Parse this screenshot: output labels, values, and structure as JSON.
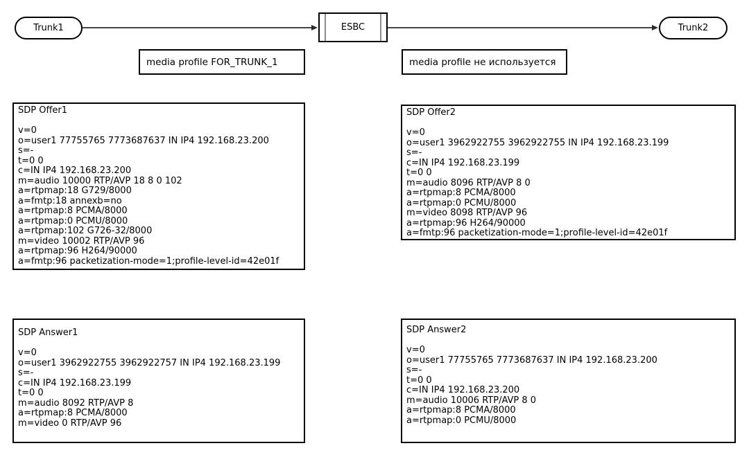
{
  "diagram": {
    "nodes": {
      "trunk1": "Trunk1",
      "esbc": "ESBC",
      "trunk2": "Trunk2"
    },
    "labels": {
      "left_profile": "media profile FOR_TRUNK_1",
      "right_profile": "media profile не используется"
    }
  },
  "sdp": {
    "offer1": {
      "title": "SDP Offer1",
      "body": "v=0\no=user1 77755765 7773687637 IN IP4 192.168.23.200\ns=-\nt=0 0\nc=IN IP4 192.168.23.200\nm=audio 10000 RTP/AVP 18 8 0 102\na=rtpmap:18 G729/8000\na=fmtp:18 annexb=no\na=rtpmap:8 PCMA/8000\na=rtpmap:0 PCMU/8000\na=rtpmap:102 G726-32/8000\nm=video 10002 RTP/AVP 96\na=rtpmap:96 H264/90000\na=fmtp:96 packetization-mode=1;profile-level-id=42e01f"
    },
    "offer2": {
      "title": "SDP Offer2",
      "body": "v=0\no=user1 3962922755 3962922755 IN IP4 192.168.23.199\ns=-\nc=IN IP4 192.168.23.199\nt=0 0\nm=audio 8096 RTP/AVP 8 0\na=rtpmap:8 PCMA/8000\na=rtpmap:0 PCMU/8000\nm=video 8098 RTP/AVP 96\na=rtpmap:96 H264/90000\na=fmtp:96 packetization-mode=1;profile-level-id=42e01f"
    },
    "answer1": {
      "title": "SDP Answer1",
      "body": "v=0\no=user1 3962922755 3962922757 IN IP4 192.168.23.199\ns=-\nc=IN IP4 192.168.23.199\nt=0 0\nm=audio 8092 RTP/AVP 8\na=rtpmap:8 PCMA/8000\nm=video 0 RTP/AVP 96"
    },
    "answer2": {
      "title": "SDP Answer2",
      "body": "v=0\no=user1 77755765 7773687637 IN IP4 192.168.23.200\ns=-\nt=0 0\nc=IN IP4 192.168.23.200\nm=audio 10006 RTP/AVP 8 0\na=rtpmap:8 PCMA/8000\na=rtpmap:0 PCMU/8000"
    }
  },
  "colors": {
    "background": "#ffffff",
    "border": "#000000",
    "text": "#000000",
    "arrow": "#2a2a2a",
    "esbc_inner_line": "#8a8a8a"
  }
}
